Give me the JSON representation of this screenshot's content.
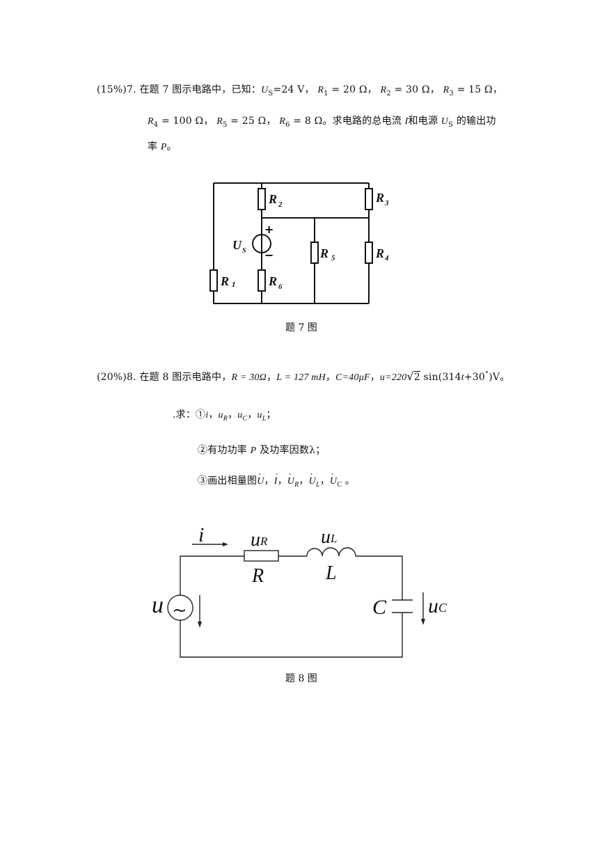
{
  "problem7": {
    "line1": {
      "prefix": "(15%)7. 在题 7 图示电路中，已知：",
      "us_label": "U",
      "us_sub": "S",
      "us_val": "=24 V，",
      "r1_label": "R",
      "r1_sub": "1",
      "r1_val": " = 20 Ω，",
      "r2_label": "R",
      "r2_sub": "2",
      "r2_val": " = 30 Ω，",
      "r3_label": "R",
      "r3_sub": "3",
      "r3_val": " = 15 Ω，"
    },
    "line2": {
      "r4_label": "R",
      "r4_sub": "4",
      "r4_val": " = 100 Ω，",
      "r5_label": "R",
      "r5_sub": "5",
      "r5_val": " = 25 Ω，",
      "r6_label": "R",
      "r6_sub": "6",
      "r6_val": " = 8 Ω。求电路的总电流 ",
      "i_label": "I",
      "mid": "和电源 ",
      "us_label": "U",
      "us_sub": "S",
      "tail": " 的输出功"
    },
    "line3": {
      "prefix": "率 ",
      "p_label": "P",
      "tail": "。"
    },
    "caption": "题 7 图",
    "diagram": {
      "R1": "R",
      "R1s": "1",
      "R2": "R",
      "R2s": "2",
      "R3": "R",
      "R3s": "3",
      "R4": "R",
      "R4s": "4",
      "R5": "R",
      "R5s": "5",
      "R6": "R",
      "R6s": "6",
      "Us": "U",
      "Uss": "S",
      "plus": "+",
      "minus": "−"
    }
  },
  "problem8": {
    "line1": {
      "prefix": "(20%)8. 在题 8 图示电路中，",
      "r": "R = 30Ω",
      "l": "L = 127 mH",
      "c": "C=40μF",
      "u_prefix": "u=220",
      "sqrt2": "2",
      "sin": " sin(314",
      "t": "t",
      "phase": "+30",
      "deg": "°",
      "tail": ")V。"
    },
    "line2": {
      "prefix": ".求：①",
      "i": "i",
      "sep": "，",
      "uR": "u",
      "uRs": "R",
      "uC": "u",
      "uCs": "C",
      "uL": "u",
      "uLs": "L",
      "tail": "；"
    },
    "line3": {
      "text": "②有功功率 ",
      "p": "P",
      "tail": " 及功率因数λ；"
    },
    "line4": {
      "text": "③画出相量图",
      "U": "U",
      "I": "I",
      "UR": "U",
      "URs": "R",
      "UL": "U",
      "ULs": "L",
      "UC": "U",
      "UCs": "C",
      "tail": " 。"
    },
    "caption": "题 8 图",
    "diagram": {
      "i": "i",
      "uR": "u",
      "uRs": "R",
      "R": "R",
      "uL": "u",
      "uLs": "L",
      "L": "L",
      "u": "u",
      "C": "C",
      "uC": "u",
      "uCs": "C",
      "tilde": "~"
    }
  }
}
